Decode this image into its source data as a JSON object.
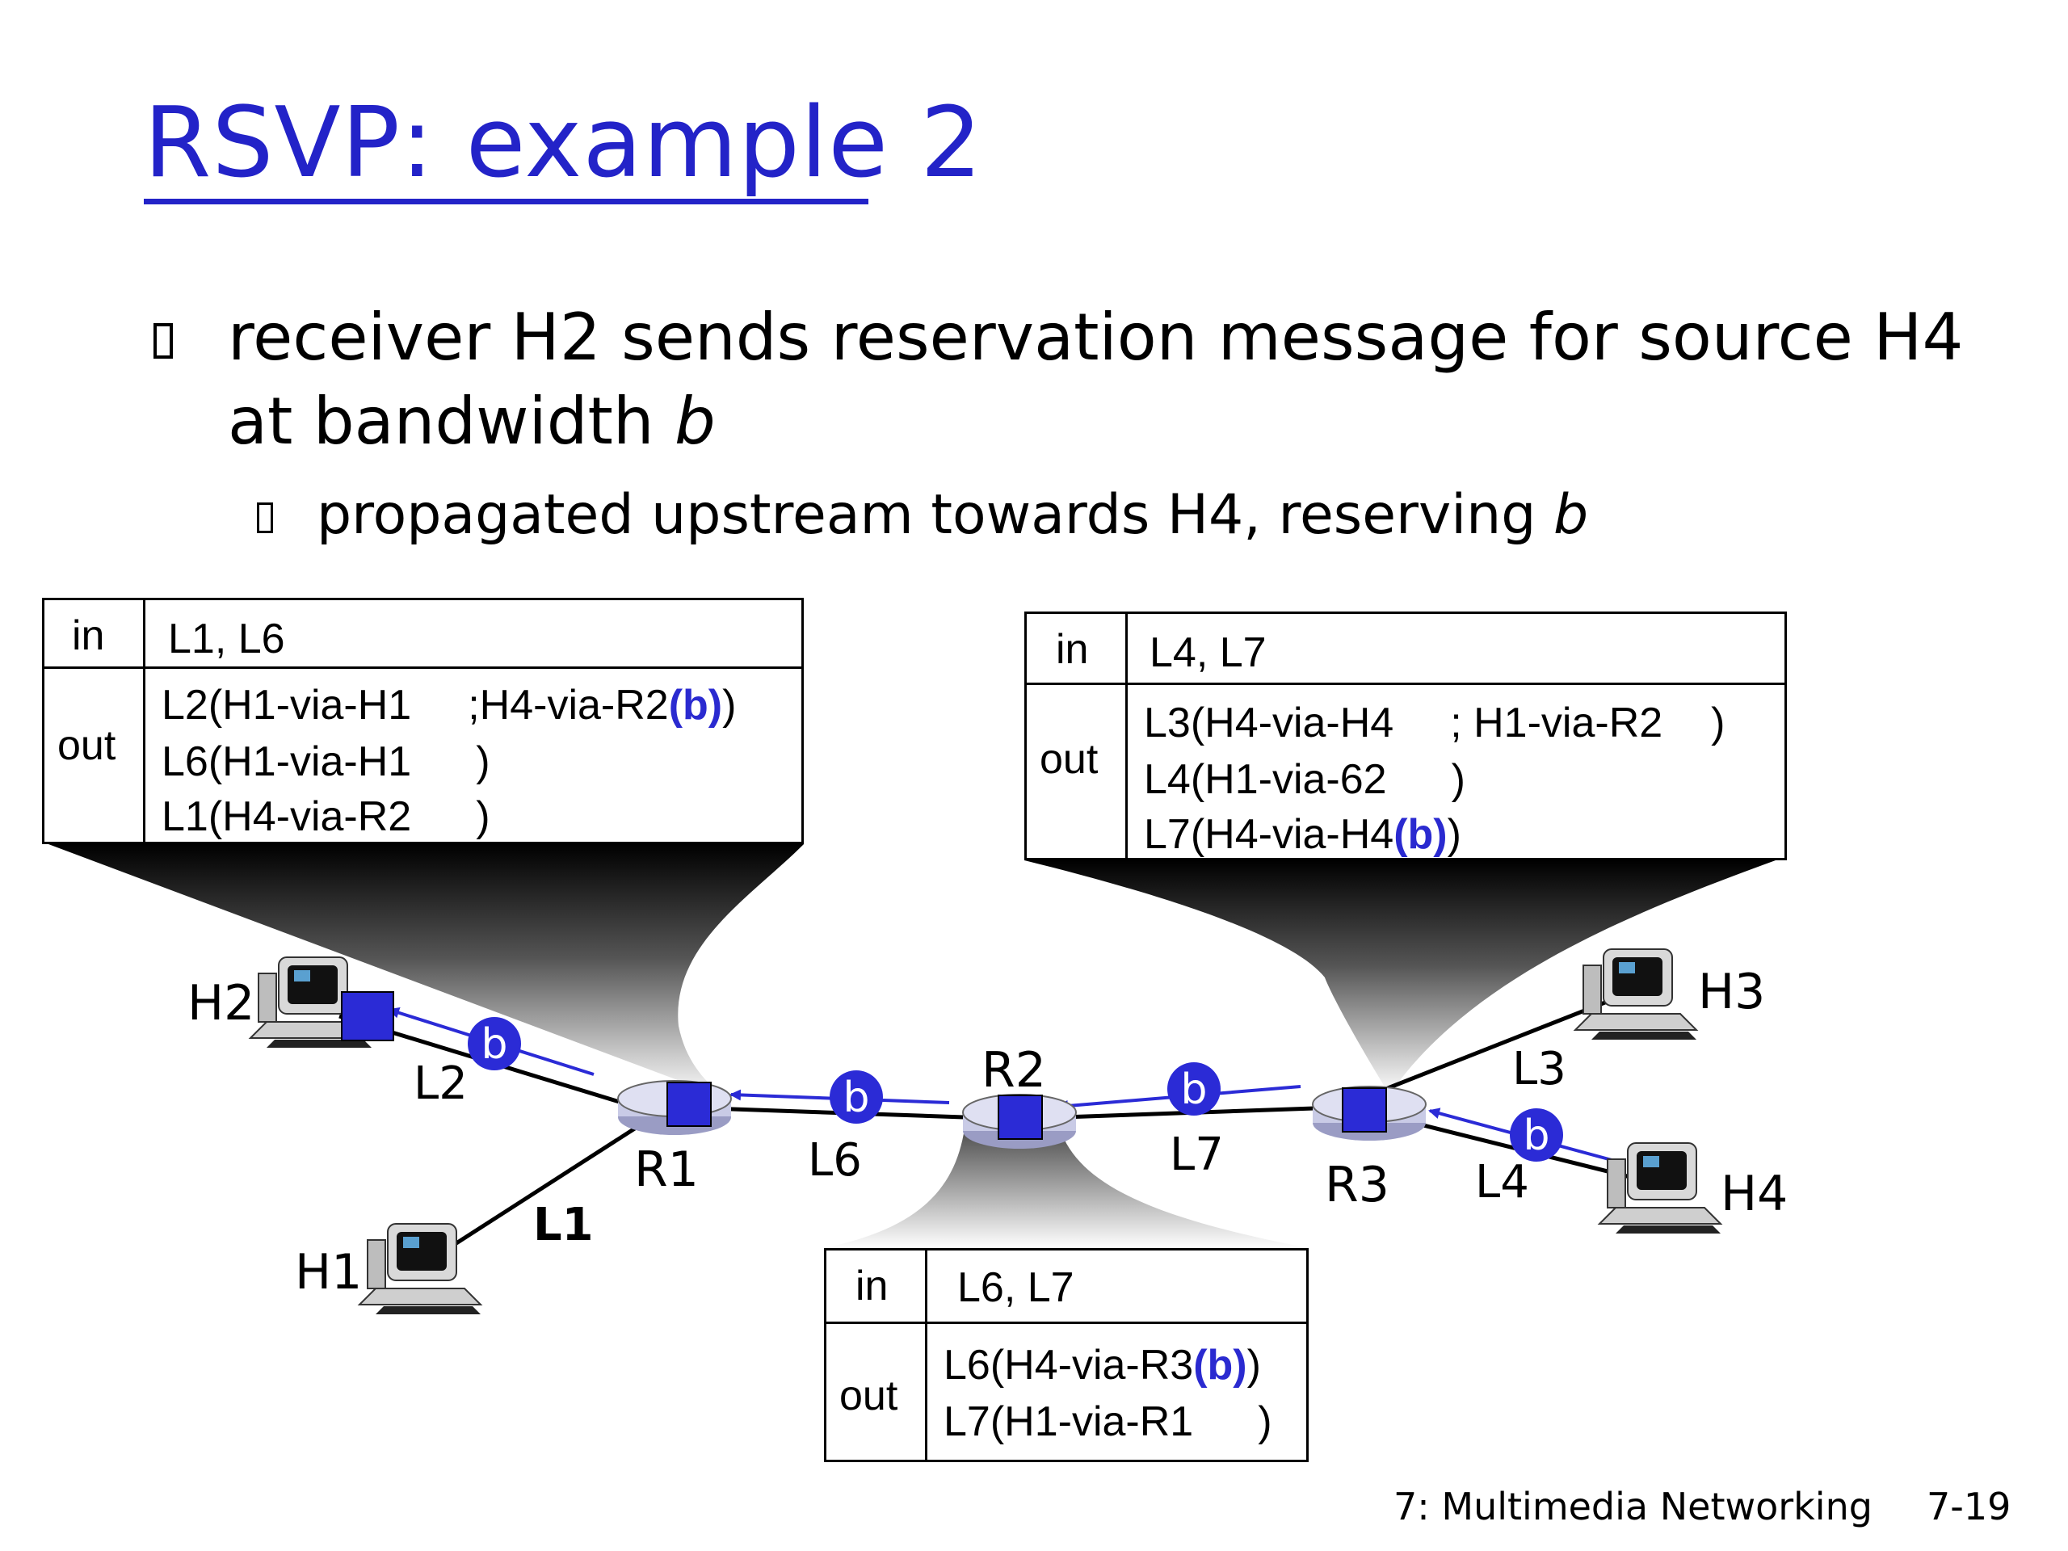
{
  "title": "RSVP: example 2",
  "bullets": {
    "main_line1": "receiver H2 sends reservation message for source H4",
    "main_line2_prefix": "at bandwidth ",
    "main_line2_var": "b",
    "sub_prefix": "propagated upstream towards H4, reserving ",
    "sub_var": "b"
  },
  "tables": {
    "r1": {
      "in_label": "in",
      "in_value": "L1, L6",
      "out_label": "out",
      "rows": [
        {
          "text": "L2(H1-via-H1",
          "extra": ";H4-via-R2",
          "bw": "(b)",
          "close": ")"
        },
        {
          "text": "L6(H1-via-H1",
          "close": ")"
        },
        {
          "text": "L1(H4-via-R2",
          "close": ")"
        }
      ]
    },
    "r3": {
      "in_label": "in",
      "in_value": "L4, L7",
      "out_label": "out",
      "rows": [
        {
          "text": "L3(H4-via-H4",
          "extra": "; H1-via-R2",
          "close": ")"
        },
        {
          "text": "L4(H1-via-62",
          "close": ")"
        },
        {
          "text": "L7(H4-via-H4",
          "bw": "(b)",
          "close": ")"
        }
      ]
    },
    "r2": {
      "in_label": "in",
      "in_value": "L6, L7",
      "out_label": "out",
      "rows": [
        {
          "text": "L6(H4-via-R3",
          "bw": "(b)",
          "close": ")"
        },
        {
          "text": "L7(H1-via-R1",
          "close": ")"
        }
      ]
    }
  },
  "nodes": {
    "h1": "H1",
    "h2": "H2",
    "h3": "H3",
    "h4": "H4",
    "r1": "R1",
    "r2": "R2",
    "r3": "R3"
  },
  "links": {
    "l1": "L1",
    "l2": "L2",
    "l3": "L3",
    "l4": "L4",
    "l6": "L6",
    "l7": "L7"
  },
  "reservation_badge": "b",
  "colors": {
    "accent": "#2323c8",
    "router": "#c9cbe6",
    "switch": "#2b2bd6"
  },
  "footer": {
    "chapter": "7: Multimedia Networking",
    "page": "7-19"
  }
}
